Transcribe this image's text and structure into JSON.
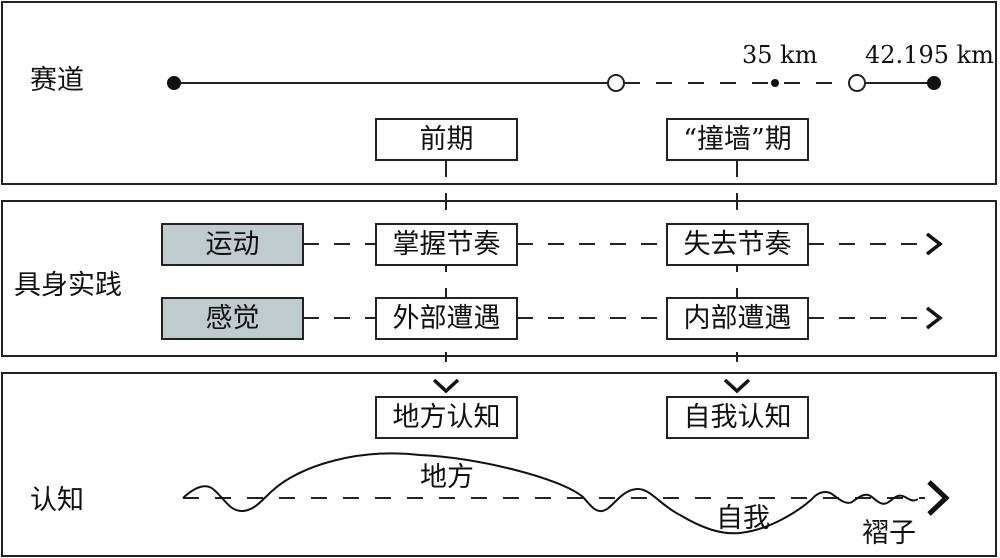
{
  "panels": {
    "track": {
      "label": "赛道",
      "markers": {
        "km35": "35 km",
        "finish": "42.195 km"
      },
      "phases": [
        "前期",
        "“撞墙”期"
      ]
    },
    "embodied_practice": {
      "label": "具身实践",
      "rows": [
        {
          "category": "运动",
          "early": "掌握节奏",
          "wall": "失去节奏"
        },
        {
          "category": "感觉",
          "early": "外部遭遇",
          "wall": "内部遭遇"
        }
      ]
    },
    "cognition": {
      "label": "认知",
      "outcomes": [
        "地方认知",
        "自我认知"
      ],
      "wave_labels": {
        "place": "地方",
        "self": "自我",
        "fold": "褶子"
      }
    }
  },
  "colors": {
    "stroke": "#222222",
    "category_fill": "#bfcbcc"
  }
}
